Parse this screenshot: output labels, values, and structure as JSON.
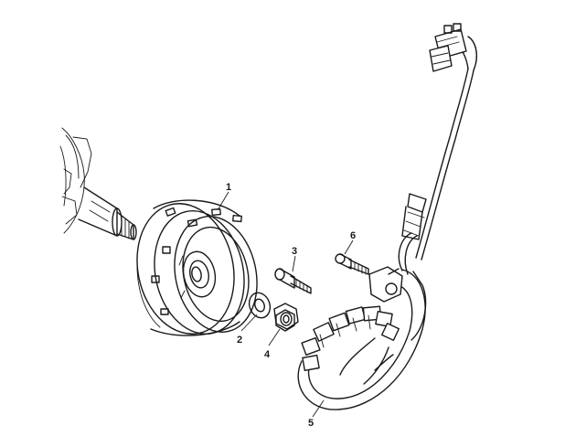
{
  "diagram": {
    "callouts": [
      {
        "id": "flywheel",
        "number": "1"
      },
      {
        "id": "washer",
        "number": "2"
      },
      {
        "id": "bolt",
        "number": "3"
      },
      {
        "id": "nut",
        "number": "4"
      },
      {
        "id": "stator",
        "number": "5"
      },
      {
        "id": "screw",
        "number": "6"
      }
    ]
  }
}
